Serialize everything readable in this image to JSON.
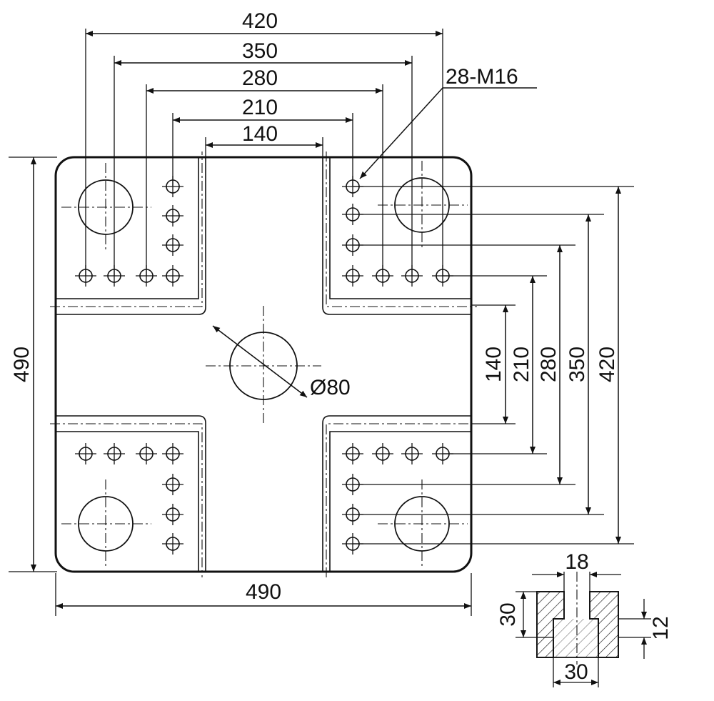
{
  "labels": {
    "dim_420_top": "420",
    "dim_350_top": "350",
    "dim_280_top": "280",
    "dim_210_top": "210",
    "dim_140_top": "140",
    "tap_callout": "28-M16",
    "dim_490_left": "490",
    "dim_490_bottom": "490",
    "dim_140_right": "140",
    "dim_210_right": "210",
    "dim_280_right": "280",
    "dim_350_right": "350",
    "dim_420_right": "420",
    "center_hole": "Ø80",
    "slot_top_width": "18",
    "slot_depth": "30",
    "slot_neck": "12",
    "slot_bottom_width": "30"
  },
  "colors": {
    "line": "#111111",
    "background": "#ffffff"
  }
}
